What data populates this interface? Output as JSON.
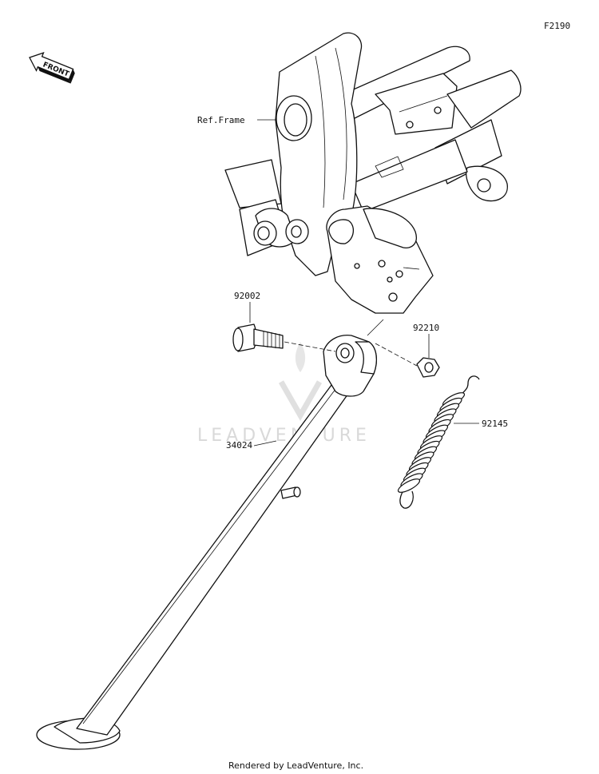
{
  "diagram_code": "F2190",
  "front_badge": "FRONT",
  "watermark": "LEADVENTURE",
  "footer": "Rendered by LeadVenture, Inc.",
  "labels": {
    "frame": "Ref.Frame",
    "bolt": "92002",
    "nut": "92210",
    "spring": "92145",
    "stand": "34024"
  }
}
